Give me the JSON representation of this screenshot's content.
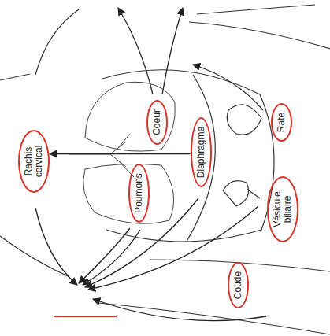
{
  "diagram": {
    "nodes": [
      {
        "text": [
          "Rachis cervical"
        ]
      },
      {
        "text": [
          "Coeur"
        ]
      },
      {
        "text": [
          "Poumons"
        ]
      },
      {
        "text": [
          "Diaphragme"
        ]
      },
      {
        "text": [
          "Rate"
        ]
      },
      {
        "text": [
          "Vésicule biliaire"
        ]
      },
      {
        "text": [
          "Coude"
        ]
      }
    ],
    "edges": [
      {
        "from": 3,
        "to": 0,
        "arrow": "to"
      }
    ]
  }
}
